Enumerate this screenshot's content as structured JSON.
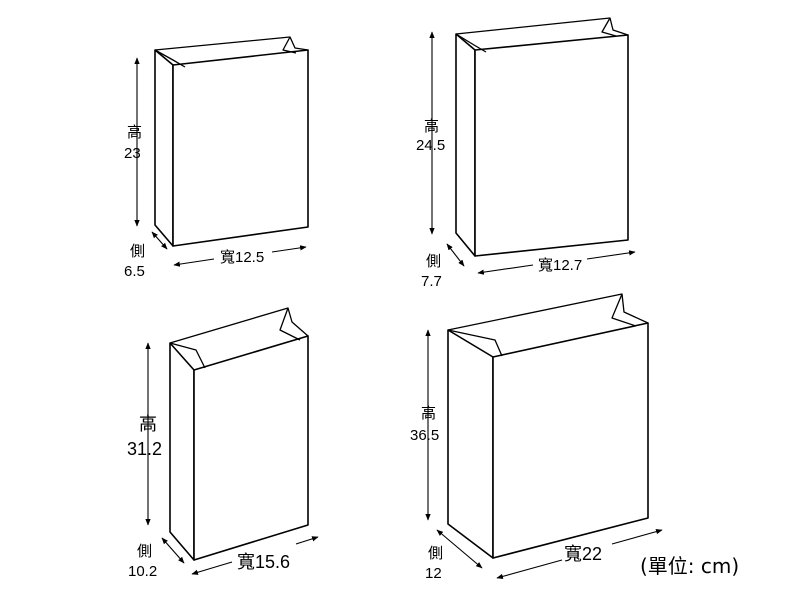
{
  "bags": [
    {
      "height_label": "高",
      "height_value": "23",
      "side_label": "側",
      "side_value": "6.5",
      "width_label": "寬12.5"
    },
    {
      "height_label": "高",
      "height_value": "24.5",
      "side_label": "側",
      "side_value": "7.7",
      "width_label": "寬12.7"
    },
    {
      "height_label": "高",
      "height_value": "31.2",
      "side_label": "側",
      "side_value": "10.2",
      "width_label": "寬15.6"
    },
    {
      "height_label": "高",
      "height_value": "36.5",
      "side_label": "側",
      "side_value": "12",
      "width_label": "寬22"
    }
  ],
  "unit_note": "(單位: cm)"
}
